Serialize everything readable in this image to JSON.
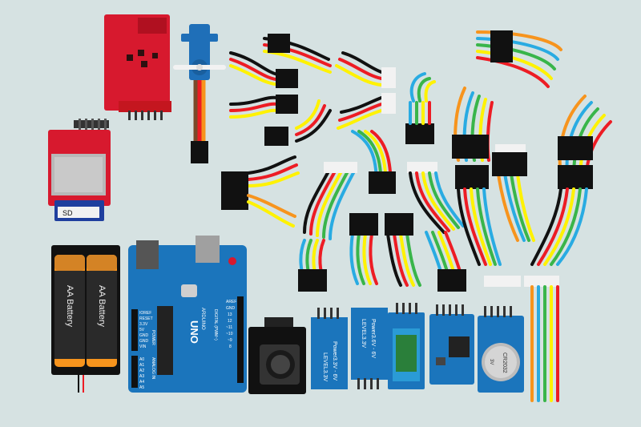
{
  "sd_card": {
    "label": "SD"
  },
  "battery_holder": {
    "cells": [
      {
        "label": "AA Battery"
      },
      {
        "label": "AA Battery"
      }
    ]
  },
  "arduino": {
    "model": "UNO",
    "brand": "ARDUINO",
    "digital_label": "DIGITAL (PWM~)",
    "power_label": "POWER",
    "analog_label": "ANALOG IN",
    "power_pins": [
      "IOREF",
      "RESET",
      "3.3V",
      "5V",
      "GND",
      "GND",
      "VIN"
    ],
    "analog_pins": [
      "A0",
      "A1",
      "A2",
      "A3",
      "A4",
      "A5"
    ],
    "header_pins": [
      "AREF",
      "GND",
      "13",
      "12",
      "~11",
      "~10",
      "~9",
      "8"
    ]
  },
  "level_shifter_1": {
    "text_a": "LEVEL3.3V",
    "text_b": "Power3.3V - 6V"
  },
  "level_shifter_2": {
    "text_a": "LEVEL3.3V",
    "text_b": "Power3.6V - 6V"
  },
  "rtc_module": {
    "battery_label": "CR2032",
    "voltage_label": "3V"
  },
  "colors": {
    "background": "#d6e2e2",
    "wire_orange": "#f7941d",
    "wire_blue": "#29abe2",
    "wire_green": "#39b54a",
    "wire_yellow": "#fff200",
    "wire_red": "#ed1c24",
    "wire_black": "#111111",
    "pcb_blue": "#1b75bc",
    "pcb_red": "#d7192e"
  },
  "icons": [
    "servo-icon",
    "joystick-icon",
    "battery-icon",
    "sd-card-icon",
    "bluetooth-module-icon",
    "rtc-module-icon",
    "level-shifter-icon",
    "arduino-board-icon"
  ]
}
